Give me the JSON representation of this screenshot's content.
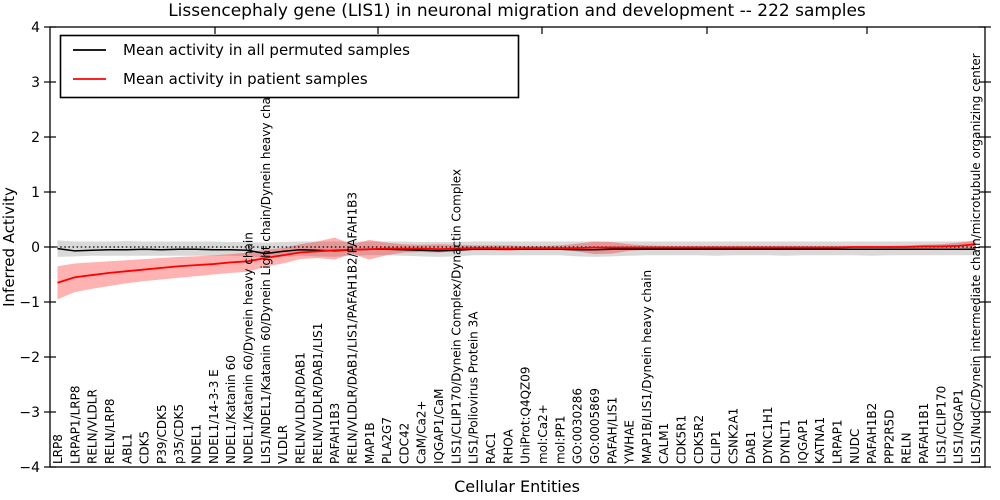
{
  "title": "Lissencephaly gene (LIS1) in neuronal migration and development -- 222 samples",
  "legend": {
    "permuted": "Mean activity in all permuted samples",
    "patient": "Mean activity in patient samples"
  },
  "axes": {
    "ylabel": "Inferred Activity",
    "xlabel": "Cellular Entities",
    "yticks": [
      "4",
      "3",
      "2",
      "1",
      "0",
      "−1",
      "−2",
      "−3",
      "−4"
    ],
    "ytick_values": [
      4,
      3,
      2,
      1,
      0,
      -1,
      -2,
      -3,
      -4
    ]
  },
  "colors": {
    "permuted_line": "#000000",
    "patient_line": "#ff0000",
    "permuted_band": "rgba(0,0,0,0.15)",
    "patient_band": "rgba(255,0,0,0.30)",
    "zero_line": "#000000"
  },
  "chart_data": {
    "type": "line",
    "title": "Lissencephaly gene (LIS1) in neuronal migration and development -- 222 samples",
    "xlabel": "Cellular Entities",
    "ylabel": "Inferred Activity",
    "ylim": [
      -4,
      4
    ],
    "grid": false,
    "legend_position": "upper left",
    "zero_reference_line": "dotted",
    "categories": [
      "LRP8",
      "LRPAP1/LRP8",
      "RELN/VLDLR",
      "RELN/LRP8",
      "ABL1",
      "CDK5",
      "P39/CDK5",
      "p35/CDK5",
      "NDEL1",
      "NDEL1/14-3-3 E",
      "NDEL1/Katanin 60",
      "NDEL1/Katanin 60/Dynein heavy chain",
      "LIS1/NDEL1/Katanin 60/Dynein Light chain/Dynein heavy chain",
      "VLDLR",
      "RELN/VLDLR/DAB1",
      "RELN/VLDLR/DAB1/LIS1",
      "PAFAH1B3",
      "RELN/VLDLR/DAB1/LIS1/PAFAH1B2/PAFAH1B3",
      "MAP1B",
      "PLA2G7",
      "CDC42",
      "CaM/Ca2+",
      "IQGAP1/CaM",
      "LIS1/CLIP170/Dynein Complex/Dynactin Complex",
      "LIS1/Poliovirus Protein 3A",
      "RAC1",
      "RHOA",
      "UniProt:Q4QZ09",
      "mol:Ca2+",
      "mol:PP1",
      "GO:0030286",
      "GO:0005869",
      "PAFAH/LIS1",
      "YWHAE",
      "MAP1B/LIS1/Dynein heavy chain",
      "CALM1",
      "CDK5R1",
      "CDK5R2",
      "CLIP1",
      "CSNK2A1",
      "DAB1",
      "DYNC1H1",
      "DYNLT1",
      "IQGAP1",
      "KATNA1",
      "LRPAP1",
      "NUDC",
      "PAFAH1B2",
      "PPP2R5D",
      "RELN",
      "PAFAH1B1",
      "LIS1/CLIP170",
      "LIS1/IQGAP1",
      "LIS1/NudC/Dynein intermediate chain/microtubule organizing center"
    ],
    "series": [
      {
        "name": "Mean activity in all permuted samples",
        "color": "#000000",
        "values": [
          -0.03,
          -0.07,
          -0.06,
          -0.05,
          -0.05,
          -0.04,
          -0.05,
          -0.04,
          -0.04,
          -0.05,
          -0.05,
          -0.06,
          -0.12,
          -0.08,
          -0.05,
          -0.06,
          -0.07,
          -0.05,
          -0.04,
          -0.04,
          -0.05,
          -0.06,
          -0.07,
          -0.06,
          -0.04,
          -0.04,
          -0.04,
          -0.04,
          -0.04,
          -0.04,
          -0.05,
          -0.05,
          -0.04,
          -0.04,
          -0.04,
          -0.04,
          -0.04,
          -0.04,
          -0.04,
          -0.04,
          -0.04,
          -0.04,
          -0.04,
          -0.04,
          -0.04,
          -0.04,
          -0.04,
          -0.04,
          -0.04,
          -0.04,
          -0.04,
          -0.04,
          -0.04,
          -0.04
        ],
        "band_upper": [
          0.12,
          0.1,
          0.1,
          0.1,
          0.11,
          0.1,
          0.1,
          0.1,
          0.1,
          0.1,
          0.09,
          0.09,
          0.08,
          0.09,
          0.1,
          0.1,
          0.1,
          0.1,
          0.1,
          0.1,
          0.1,
          0.09,
          0.09,
          0.09,
          0.1,
          0.1,
          0.1,
          0.1,
          0.1,
          0.1,
          0.1,
          0.1,
          0.1,
          0.1,
          0.1,
          0.1,
          0.1,
          0.1,
          0.1,
          0.1,
          0.1,
          0.1,
          0.1,
          0.1,
          0.1,
          0.1,
          0.1,
          0.1,
          0.1,
          0.1,
          0.1,
          0.1,
          0.1,
          0.1
        ],
        "band_lower": [
          -0.18,
          -0.17,
          -0.16,
          -0.16,
          -0.16,
          -0.16,
          -0.16,
          -0.16,
          -0.16,
          -0.16,
          -0.16,
          -0.17,
          -0.2,
          -0.18,
          -0.16,
          -0.17,
          -0.18,
          -0.16,
          -0.15,
          -0.15,
          -0.16,
          -0.17,
          -0.18,
          -0.17,
          -0.15,
          -0.15,
          -0.15,
          -0.15,
          -0.15,
          -0.15,
          -0.17,
          -0.18,
          -0.17,
          -0.16,
          -0.15,
          -0.15,
          -0.15,
          -0.15,
          -0.16,
          -0.15,
          -0.15,
          -0.15,
          -0.16,
          -0.15,
          -0.15,
          -0.15,
          -0.15,
          -0.16,
          -0.15,
          -0.15,
          -0.15,
          -0.15,
          -0.15,
          -0.15
        ]
      },
      {
        "name": "Mean activity in patient samples",
        "color": "#ff0000",
        "values": [
          -0.65,
          -0.55,
          -0.51,
          -0.47,
          -0.44,
          -0.41,
          -0.38,
          -0.35,
          -0.33,
          -0.31,
          -0.28,
          -0.26,
          -0.2,
          -0.15,
          -0.1,
          -0.08,
          -0.06,
          -0.05,
          -0.04,
          -0.03,
          -0.03,
          -0.03,
          -0.04,
          -0.03,
          -0.02,
          -0.02,
          -0.03,
          -0.02,
          -0.02,
          -0.02,
          -0.02,
          -0.01,
          -0.01,
          -0.01,
          -0.01,
          -0.01,
          -0.01,
          -0.01,
          -0.01,
          -0.01,
          -0.01,
          -0.01,
          -0.01,
          -0.01,
          -0.01,
          -0.01,
          0.0,
          0.0,
          0.0,
          0.0,
          0.01,
          0.01,
          0.02,
          0.05
        ],
        "band_upper": [
          -0.35,
          -0.3,
          -0.28,
          -0.26,
          -0.24,
          -0.22,
          -0.2,
          -0.18,
          -0.17,
          -0.15,
          -0.13,
          -0.1,
          -0.05,
          -0.02,
          0.05,
          0.1,
          0.17,
          0.05,
          0.13,
          0.08,
          0.05,
          0.04,
          0.05,
          0.04,
          0.03,
          0.03,
          0.03,
          0.02,
          0.02,
          0.03,
          0.06,
          0.1,
          0.09,
          0.05,
          0.03,
          0.02,
          0.02,
          0.02,
          0.02,
          0.02,
          0.02,
          0.02,
          0.02,
          0.02,
          0.02,
          0.02,
          0.02,
          0.02,
          0.02,
          0.03,
          0.04,
          0.05,
          0.08,
          0.12
        ],
        "band_lower": [
          -0.95,
          -0.82,
          -0.76,
          -0.71,
          -0.66,
          -0.62,
          -0.59,
          -0.56,
          -0.53,
          -0.5,
          -0.47,
          -0.45,
          -0.36,
          -0.3,
          -0.22,
          -0.2,
          -0.23,
          -0.12,
          -0.23,
          -0.15,
          -0.1,
          -0.09,
          -0.1,
          -0.08,
          -0.06,
          -0.06,
          -0.07,
          -0.05,
          -0.05,
          -0.05,
          -0.08,
          -0.13,
          -0.12,
          -0.07,
          -0.05,
          -0.04,
          -0.04,
          -0.04,
          -0.04,
          -0.04,
          -0.04,
          -0.04,
          -0.04,
          -0.04,
          -0.04,
          -0.04,
          -0.03,
          -0.03,
          -0.03,
          -0.03,
          -0.03,
          -0.02,
          -0.02,
          -0.03
        ]
      }
    ]
  }
}
